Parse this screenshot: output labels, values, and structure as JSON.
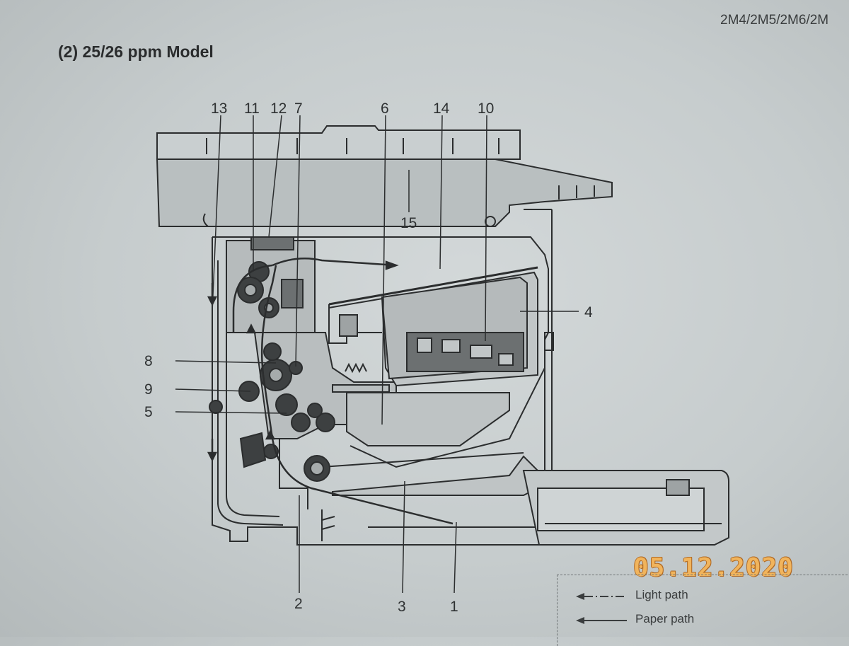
{
  "header": {
    "model_codes": "2M4/2M5/2M6/2M",
    "title": "(2) 25/26 ppm Model"
  },
  "callouts": {
    "n1": "1",
    "n2": "2",
    "n3": "3",
    "n4": "4",
    "n5": "5",
    "n6": "6",
    "n7": "7",
    "n8": "8",
    "n9": "9",
    "n10": "10",
    "n11": "11",
    "n12": "12",
    "n13": "13",
    "n14": "14",
    "n15": "15"
  },
  "date_stamp": "05.12.2020",
  "legend": {
    "light_path": "Light path",
    "paper_path": "Paper path"
  }
}
